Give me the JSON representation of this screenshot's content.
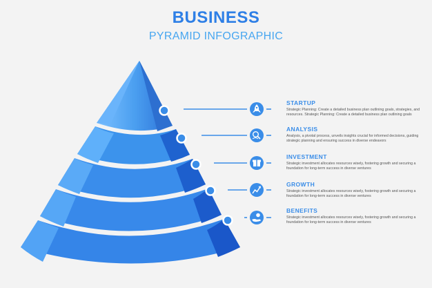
{
  "header": {
    "title": "BUSINESS",
    "subtitle": "PYRAMID INFOGRAPHIC"
  },
  "colors": {
    "title": "#2e7fe6",
    "subtitle": "#47a6f0",
    "tier_light": "#5aa6f5",
    "tier_dark": "#1f5fd0",
    "line": "#3a8de8"
  },
  "steps": [
    {
      "title": "STARTUP",
      "icon": "rocket-icon",
      "description": "Strategic Planning: Create a detailed business plan outlining goals, strategies, and resources. Strategic Planning: Create a detailed business plan outlining goals"
    },
    {
      "title": "ANALYSIS",
      "icon": "magnifier-icon",
      "description": "Analysis, a pivotal process, unveils insights crucial for informed decisions, guiding strategic planning and ensuring success in diverse endeavors"
    },
    {
      "title": "INVESTMENT",
      "icon": "gift-box-icon",
      "description": "Strategic investment allocates resources wisely, fostering growth and securing a foundation for long-term success in diverse ventures"
    },
    {
      "title": "GROWTH",
      "icon": "growth-chart-icon",
      "description": "Strategic investment allocates resources wisely, fostering growth and securing a foundation for long-term success in diverse ventures"
    },
    {
      "title": "BENEFITS",
      "icon": "money-hand-icon",
      "description": "Strategic investment allocates resources wisely, fostering growth and securing a foundation for long-term success in diverse ventures"
    }
  ]
}
